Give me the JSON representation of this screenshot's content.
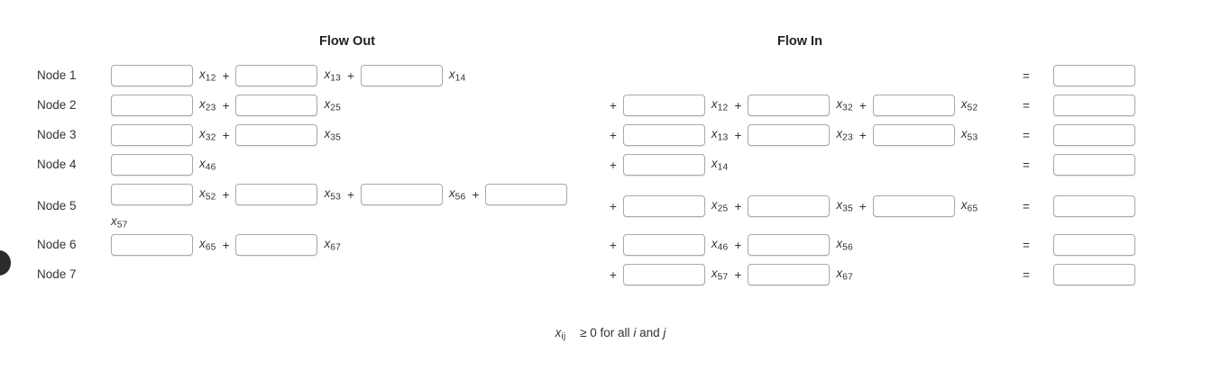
{
  "headers": {
    "flow_out": "Flow Out",
    "flow_in": "Flow In"
  },
  "symbols": {
    "plus": "+",
    "equals": "="
  },
  "constraint": {
    "var": "x",
    "sub": "ij",
    "rest": "≥ 0 for all",
    "i": "i",
    "and": "and",
    "j": "j",
    "full_text": "xij ≥ 0 for all i and j"
  },
  "rows": [
    {
      "label": "Node 1",
      "flow_out": {
        "terms": [
          "12",
          "13",
          "14"
        ]
      },
      "flow_in": {
        "terms": []
      },
      "result": {
        "value": "",
        "placeholder": ""
      }
    },
    {
      "label": "Node 2",
      "flow_out": {
        "terms": [
          "23",
          "25"
        ]
      },
      "flow_in": {
        "terms": [
          "12",
          "32",
          "52"
        ]
      },
      "result": {
        "value": "",
        "placeholder": ""
      }
    },
    {
      "label": "Node 3",
      "flow_out": {
        "terms": [
          "32",
          "35"
        ]
      },
      "flow_in": {
        "terms": [
          "13",
          "23",
          "53"
        ]
      },
      "result": {
        "value": "",
        "placeholder": ""
      }
    },
    {
      "label": "Node 4",
      "flow_out": {
        "terms": [
          "46"
        ]
      },
      "flow_in": {
        "terms": [
          "14"
        ]
      },
      "result": {
        "value": "",
        "placeholder": ""
      }
    },
    {
      "label": "Node 5",
      "flow_out": {
        "terms": [
          "52",
          "53",
          "56"
        ],
        "wrapped_term": "57"
      },
      "flow_in": {
        "terms": [
          "25",
          "35",
          "65"
        ]
      },
      "result": {
        "value": "",
        "placeholder": ""
      }
    },
    {
      "label": "Node 6",
      "flow_out": {
        "terms": [
          "65",
          "67"
        ]
      },
      "flow_in": {
        "terms": [
          "46",
          "56"
        ]
      },
      "result": {
        "value": "",
        "placeholder": ""
      }
    },
    {
      "label": "Node 7",
      "flow_out": {
        "terms": []
      },
      "flow_in": {
        "terms": [
          "57",
          "67"
        ]
      },
      "result": {
        "value": "",
        "placeholder": ""
      }
    }
  ]
}
